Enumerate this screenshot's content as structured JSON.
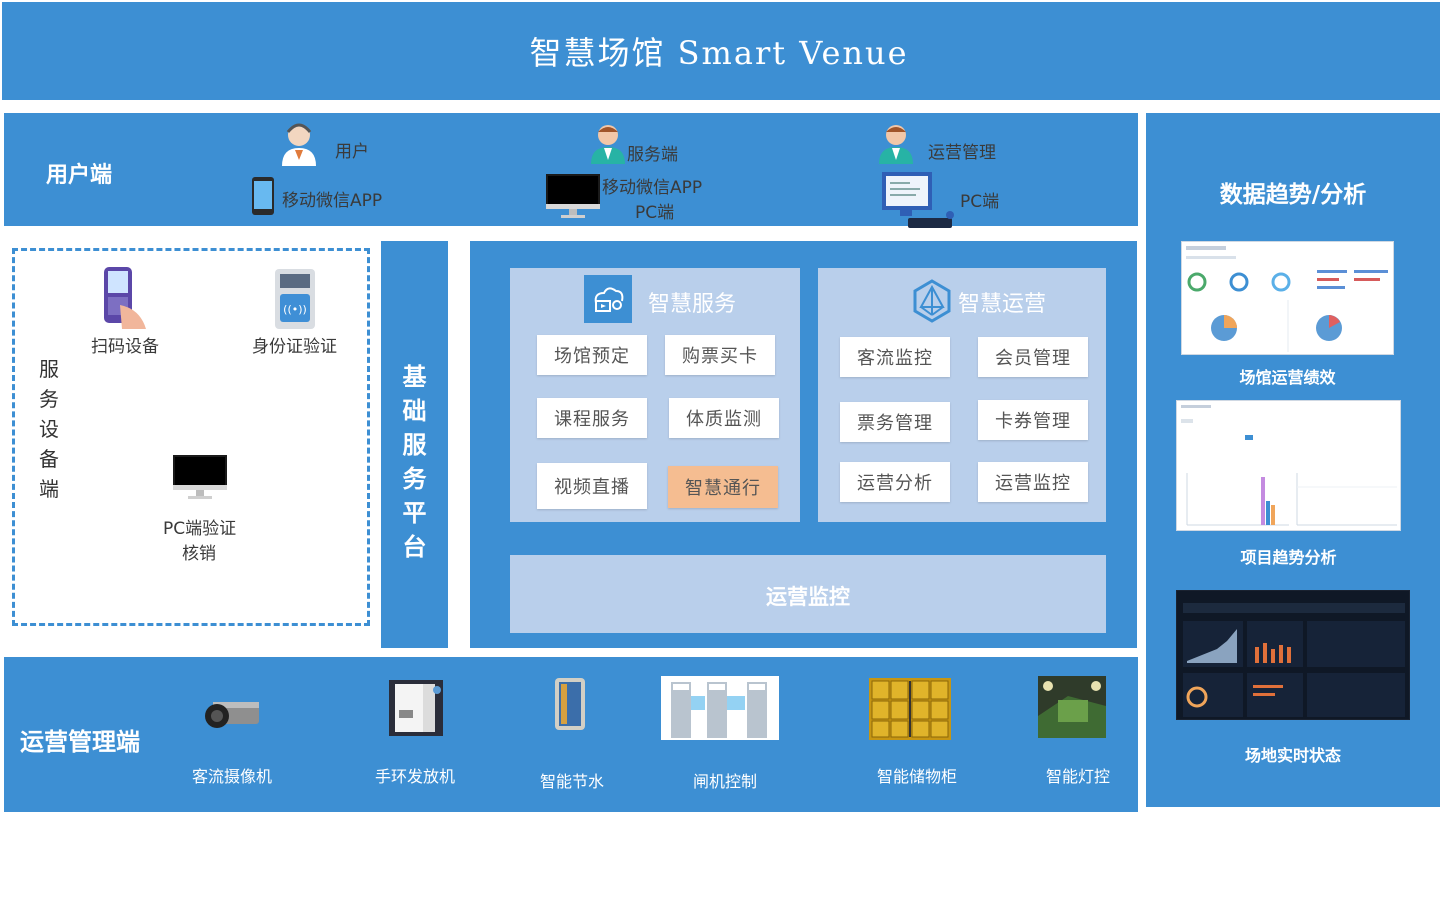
{
  "header": {
    "title": "智慧场馆 Smart Venue"
  },
  "user_side": {
    "label": "用户端",
    "roles": [
      {
        "role": "用户",
        "platform": "移动微信APP"
      },
      {
        "role": "服务端",
        "platform_line1": "移动微信APP",
        "platform_line2": "PC端"
      },
      {
        "role": "运营管理",
        "platform": "PC端"
      }
    ]
  },
  "service_devices": {
    "label_chars": [
      "服",
      "务",
      "设",
      "备",
      "端"
    ],
    "items": [
      {
        "label": "扫码设备"
      },
      {
        "label": "身份证验证"
      },
      {
        "label_line1": "PC端验证",
        "label_line2": "核销"
      }
    ]
  },
  "platform": {
    "label_chars": [
      "基",
      "础",
      "服",
      "务",
      "平",
      "台"
    ]
  },
  "smart_service": {
    "title": "智慧服务",
    "buttons": [
      "场馆预定",
      "购票买卡",
      "课程服务",
      "体质监测",
      "视频直播",
      "智慧通行"
    ]
  },
  "smart_operation": {
    "title": "智慧运营",
    "buttons": [
      "客流监控",
      "会员管理",
      "票务管理",
      "卡券管理",
      "运营分析",
      "运营监控"
    ]
  },
  "monitor_bar": {
    "label": "运营监控"
  },
  "ops_side": {
    "label": "运营管理端",
    "devices": [
      "客流摄像机",
      "手环发放机",
      "智能节水",
      "闸机控制",
      "智能储物柜",
      "智能灯控"
    ]
  },
  "analysis": {
    "title": "数据趋势/分析",
    "items": [
      "场馆运营绩效",
      "项目趋势分析",
      "场地实时状态"
    ]
  },
  "colors": {
    "primary": "#3d8fd3",
    "panel_light": "#b9cfeb",
    "highlight": "#f5bd91"
  }
}
